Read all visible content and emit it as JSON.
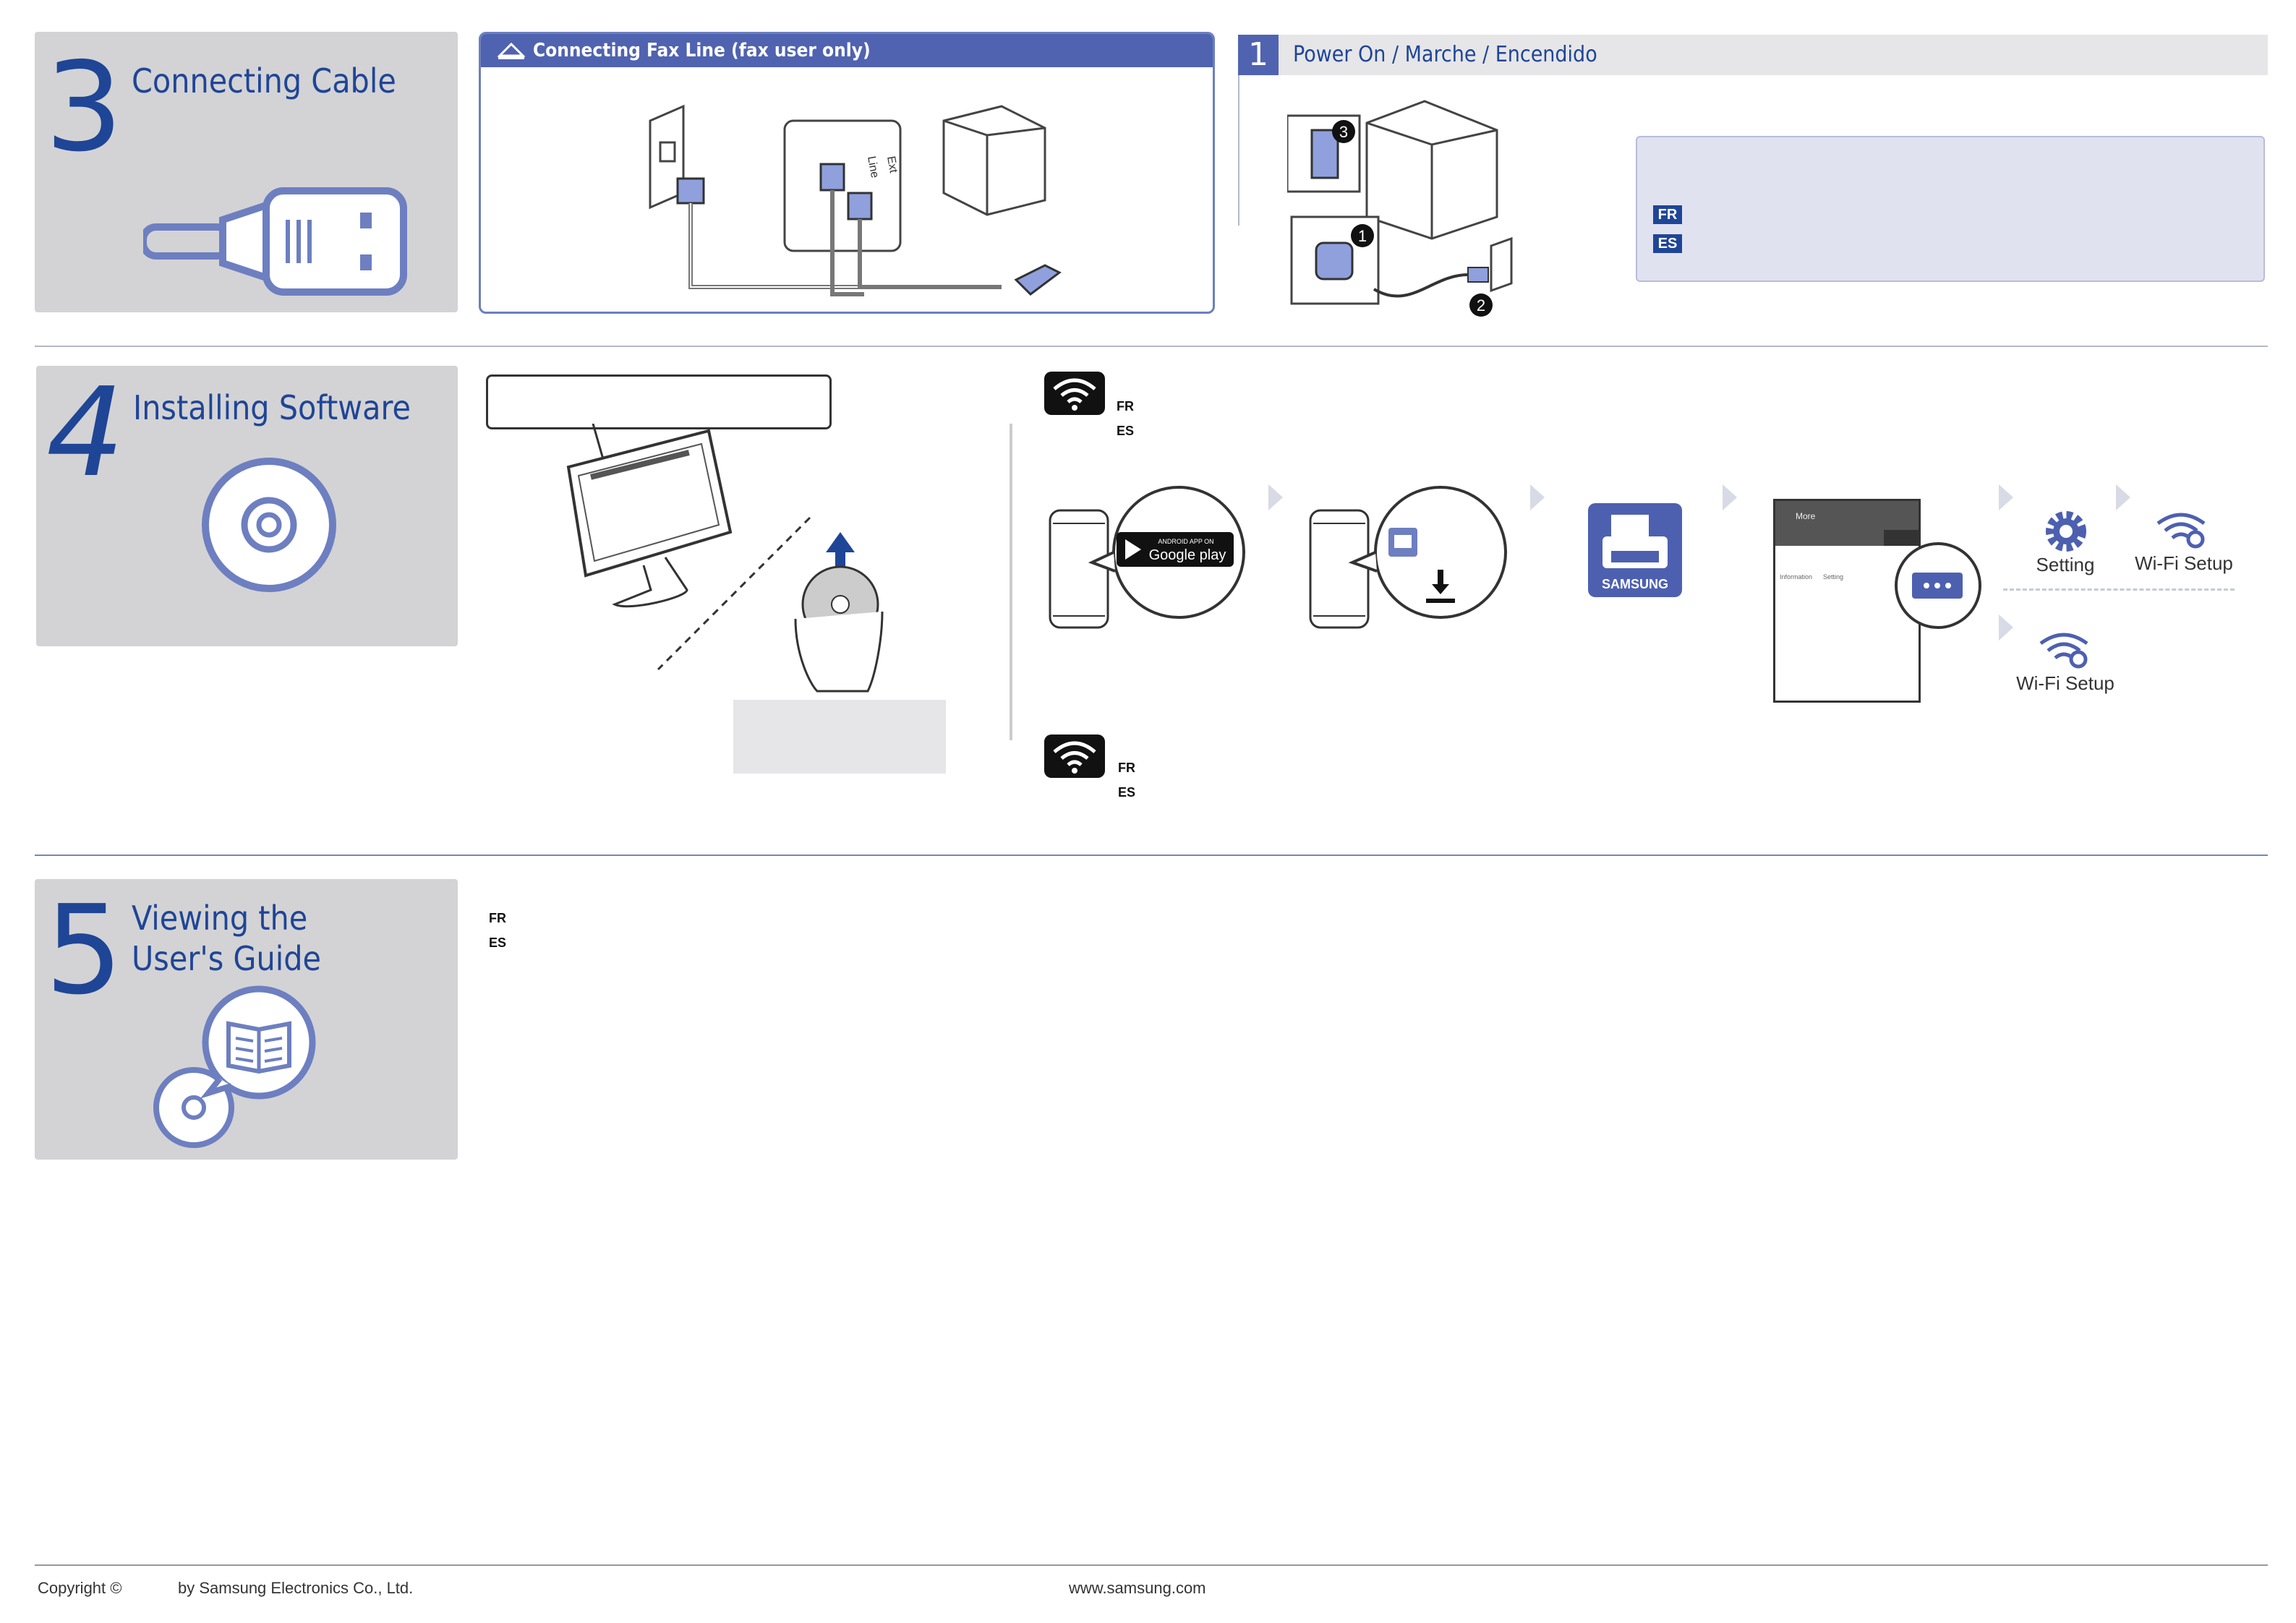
{
  "section3": {
    "number": "3",
    "title": "Connecting Cable"
  },
  "fax": {
    "header": "Connecting Fax Line (fax user only)",
    "port_line": "Line",
    "port_ext": "Ext"
  },
  "step1": {
    "number": "1",
    "title": "Power On / Marche / Encendido",
    "callouts": [
      "3",
      "1",
      "2"
    ],
    "lang": [
      "FR",
      "ES"
    ]
  },
  "section4": {
    "number": "4",
    "title": "Installing Software"
  },
  "wifi_a": {
    "lang": [
      "FR",
      "ES"
    ]
  },
  "wifi_b": {
    "lang": [
      "FR",
      "ES"
    ]
  },
  "app_flow": {
    "google_play_small": "ANDROID APP ON",
    "google_play_big": "Google play",
    "samsung_label": "SAMSUNG",
    "phone_menu_title": "More",
    "phone_tab_information": "Information",
    "phone_tab_setting": "Setting",
    "setting_label": "Setting",
    "wifi_setup_label_1": "Wi-Fi Setup",
    "wifi_setup_label_2": "Wi-Fi Setup"
  },
  "section5": {
    "number": "5",
    "title_line1": "Viewing the",
    "title_line2": "User's Guide",
    "lang": [
      "FR",
      "ES"
    ]
  },
  "footer": {
    "copyright": "Copyright ©",
    "company": "by Samsung Electronics Co., Ltd.",
    "url": "www.samsung.com"
  },
  "colors": {
    "brand_blue": "#1f4596",
    "accent_blue": "#5063b0",
    "panel_gray": "#d3d3d5",
    "note_bg": "#e1e2f0"
  }
}
